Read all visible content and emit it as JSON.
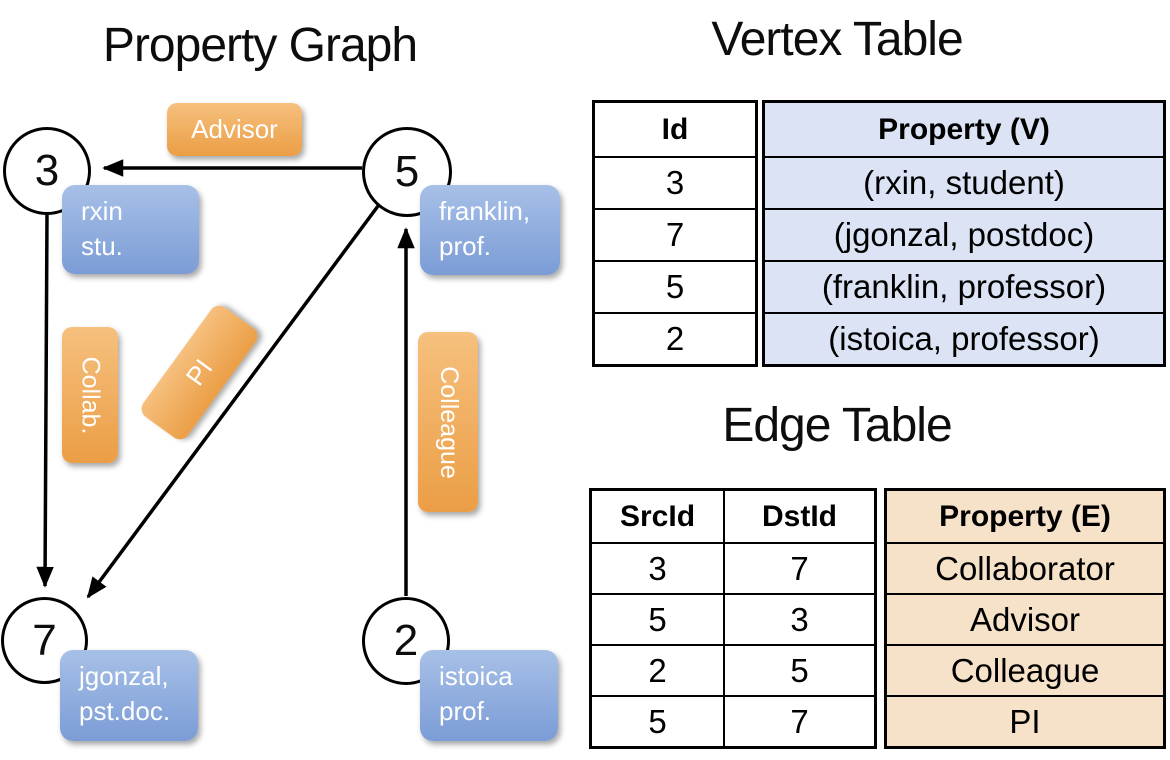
{
  "graph": {
    "title": "Property Graph",
    "nodes": [
      {
        "id": "3",
        "prop_lines": [
          "rxin",
          "stu."
        ]
      },
      {
        "id": "5",
        "prop_lines": [
          "franklin,",
          "prof."
        ]
      },
      {
        "id": "7",
        "prop_lines": [
          "jgonzal,",
          "pst.doc."
        ]
      },
      {
        "id": "2",
        "prop_lines": [
          "istoica",
          "prof."
        ]
      }
    ],
    "edge_labels": {
      "advisor": "Advisor",
      "collab": "Collab.",
      "pi": "PI",
      "colleague": "Colleague"
    }
  },
  "vertex_table": {
    "title": "Vertex Table",
    "headers": {
      "id": "Id",
      "property": "Property (V)"
    },
    "rows": [
      {
        "id": "3",
        "property": "(rxin, student)"
      },
      {
        "id": "7",
        "property": "(jgonzal, postdoc)"
      },
      {
        "id": "5",
        "property": "(franklin, professor)"
      },
      {
        "id": "2",
        "property": "(istoica, professor)"
      }
    ]
  },
  "edge_table": {
    "title": "Edge Table",
    "headers": {
      "src": "SrcId",
      "dst": "DstId",
      "property": "Property (E)"
    },
    "rows": [
      {
        "src": "3",
        "dst": "7",
        "property": "Collaborator"
      },
      {
        "src": "5",
        "dst": "3",
        "property": "Advisor"
      },
      {
        "src": "2",
        "dst": "5",
        "property": "Colleague"
      },
      {
        "src": "5",
        "dst": "7",
        "property": "PI"
      }
    ]
  },
  "colors": {
    "edge_label_orange": "#eda34c",
    "vertex_box_blue": "#89a6db",
    "vertex_table_fill": "#dbe3f4",
    "edge_table_fill": "#f6e1c9",
    "line_black": "#000000"
  }
}
